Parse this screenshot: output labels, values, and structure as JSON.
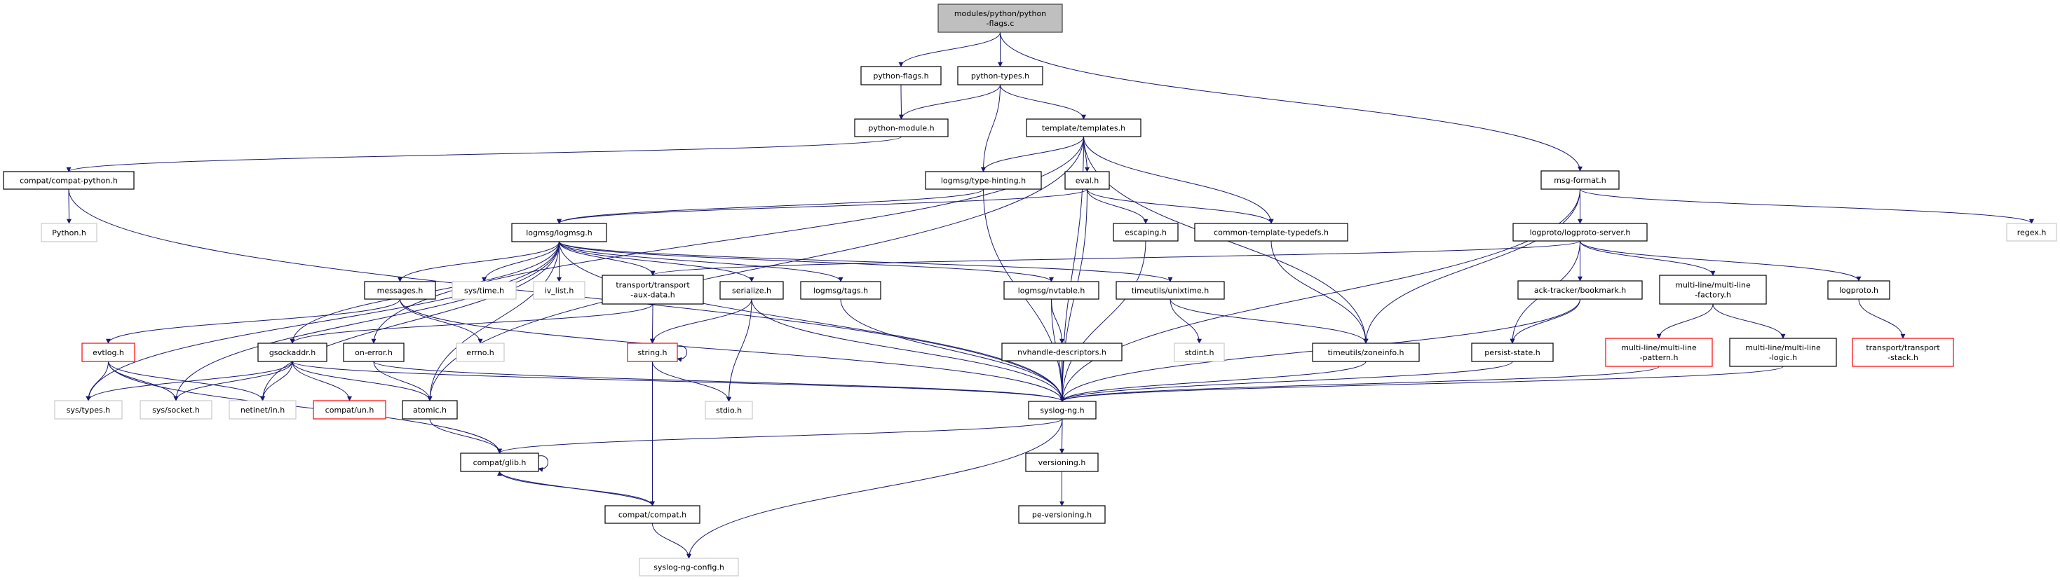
{
  "graph": {
    "edge_color": "#191970",
    "styles": {
      "root": {
        "fill": "#bfbfbf",
        "stroke": "#404040"
      },
      "normal": {
        "fill": "#ffffff",
        "stroke": "#000000"
      },
      "external": {
        "fill": "#ffffff",
        "stroke": "#bfbfbf"
      },
      "missing": {
        "fill": "#ffffff",
        "stroke": "#ff0000"
      }
    },
    "nodes": [
      {
        "id": "root",
        "lines": [
          "modules/python/python",
          "-flags.c"
        ],
        "style": "root"
      },
      {
        "id": "pyflags",
        "lines": [
          "python-flags.h"
        ],
        "style": "normal"
      },
      {
        "id": "pytypes",
        "lines": [
          "python-types.h"
        ],
        "style": "normal"
      },
      {
        "id": "pymodule",
        "lines": [
          "python-module.h"
        ],
        "style": "normal"
      },
      {
        "id": "templates",
        "lines": [
          "template/templates.h"
        ],
        "style": "normal"
      },
      {
        "id": "compatpython",
        "lines": [
          "compat/compat-python.h"
        ],
        "style": "normal"
      },
      {
        "id": "pythonh",
        "lines": [
          "Python.h"
        ],
        "style": "external"
      },
      {
        "id": "typehint",
        "lines": [
          "logmsg/type-hinting.h"
        ],
        "style": "normal"
      },
      {
        "id": "eval",
        "lines": [
          "eval.h"
        ],
        "style": "normal"
      },
      {
        "id": "escaping",
        "lines": [
          "escaping.h"
        ],
        "style": "normal"
      },
      {
        "id": "ctt",
        "lines": [
          "common-template-typedefs.h"
        ],
        "style": "normal"
      },
      {
        "id": "logmsg",
        "lines": [
          "logmsg/logmsg.h"
        ],
        "style": "normal"
      },
      {
        "id": "messages",
        "lines": [
          "messages.h"
        ],
        "style": "normal"
      },
      {
        "id": "systime",
        "lines": [
          "sys/time.h"
        ],
        "style": "external"
      },
      {
        "id": "ivlist",
        "lines": [
          "iv_list.h"
        ],
        "style": "external"
      },
      {
        "id": "auxdata",
        "lines": [
          "transport/transport",
          "-aux-data.h"
        ],
        "style": "normal"
      },
      {
        "id": "serialize",
        "lines": [
          "serialize.h"
        ],
        "style": "normal"
      },
      {
        "id": "tags",
        "lines": [
          "logmsg/tags.h"
        ],
        "style": "normal"
      },
      {
        "id": "nvtable",
        "lines": [
          "logmsg/nvtable.h"
        ],
        "style": "normal"
      },
      {
        "id": "unixtime",
        "lines": [
          "timeutils/unixtime.h"
        ],
        "style": "normal"
      },
      {
        "id": "evtlog",
        "lines": [
          "evtlog.h"
        ],
        "style": "missing"
      },
      {
        "id": "gsockaddr",
        "lines": [
          "gsockaddr.h"
        ],
        "style": "normal"
      },
      {
        "id": "onerror",
        "lines": [
          "on-error.h"
        ],
        "style": "normal"
      },
      {
        "id": "errno",
        "lines": [
          "errno.h"
        ],
        "style": "external"
      },
      {
        "id": "string",
        "lines": [
          "string.h"
        ],
        "style": "missing"
      },
      {
        "id": "nvhandle",
        "lines": [
          "nvhandle-descriptors.h"
        ],
        "style": "normal"
      },
      {
        "id": "stdint",
        "lines": [
          "stdint.h"
        ],
        "style": "external"
      },
      {
        "id": "zoneinfo",
        "lines": [
          "timeutils/zoneinfo.h"
        ],
        "style": "normal"
      },
      {
        "id": "systypes",
        "lines": [
          "sys/types.h"
        ],
        "style": "external"
      },
      {
        "id": "syssocket",
        "lines": [
          "sys/socket.h"
        ],
        "style": "external"
      },
      {
        "id": "netinet",
        "lines": [
          "netinet/in.h"
        ],
        "style": "external"
      },
      {
        "id": "compatun",
        "lines": [
          "compat/un.h"
        ],
        "style": "missing"
      },
      {
        "id": "atomic",
        "lines": [
          "atomic.h"
        ],
        "style": "normal"
      },
      {
        "id": "stdio",
        "lines": [
          "stdio.h"
        ],
        "style": "external"
      },
      {
        "id": "syslogng",
        "lines": [
          "syslog-ng.h"
        ],
        "style": "normal"
      },
      {
        "id": "glib",
        "lines": [
          "compat/glib.h"
        ],
        "style": "normal"
      },
      {
        "id": "versioning",
        "lines": [
          "versioning.h"
        ],
        "style": "normal"
      },
      {
        "id": "peversioning",
        "lines": [
          "pe-versioning.h"
        ],
        "style": "normal"
      },
      {
        "id": "compat",
        "lines": [
          "compat/compat.h"
        ],
        "style": "normal"
      },
      {
        "id": "config",
        "lines": [
          "syslog-ng-config.h"
        ],
        "style": "external"
      },
      {
        "id": "msgformat",
        "lines": [
          "msg-format.h"
        ],
        "style": "normal"
      },
      {
        "id": "lpserver",
        "lines": [
          "logproto/logproto-server.h"
        ],
        "style": "normal"
      },
      {
        "id": "regex",
        "lines": [
          "regex.h"
        ],
        "style": "external"
      },
      {
        "id": "bookmark",
        "lines": [
          "ack-tracker/bookmark.h"
        ],
        "style": "normal"
      },
      {
        "id": "mlfactory",
        "lines": [
          "multi-line/multi-line",
          "-factory.h"
        ],
        "style": "normal"
      },
      {
        "id": "logproto",
        "lines": [
          "logproto.h"
        ],
        "style": "normal"
      },
      {
        "id": "persist",
        "lines": [
          "persist-state.h"
        ],
        "style": "normal"
      },
      {
        "id": "mlpattern",
        "lines": [
          "multi-line/multi-line",
          "-pattern.h"
        ],
        "style": "missing"
      },
      {
        "id": "mllogic",
        "lines": [
          "multi-line/multi-line",
          "-logic.h"
        ],
        "style": "normal"
      },
      {
        "id": "tstack",
        "lines": [
          "transport/transport",
          "-stack.h"
        ],
        "style": "missing"
      }
    ],
    "edges": [
      [
        "root",
        "pyflags"
      ],
      [
        "root",
        "pytypes"
      ],
      [
        "root",
        "msgformat"
      ],
      [
        "pyflags",
        "pymodule"
      ],
      [
        "pytypes",
        "pymodule"
      ],
      [
        "pytypes",
        "templates"
      ],
      [
        "pytypes",
        "typehint"
      ],
      [
        "pymodule",
        "compatpython"
      ],
      [
        "compatpython",
        "pythonh"
      ],
      [
        "compatpython",
        "syslogng"
      ],
      [
        "templates",
        "typehint"
      ],
      [
        "templates",
        "eval"
      ],
      [
        "templates",
        "ctt"
      ],
      [
        "templates",
        "syslogng"
      ],
      [
        "templates",
        "zoneinfo"
      ],
      [
        "templates",
        "atomic"
      ],
      [
        "templates",
        "onerror"
      ],
      [
        "typehint",
        "logmsg"
      ],
      [
        "typehint",
        "syslogng"
      ],
      [
        "eval",
        "logmsg"
      ],
      [
        "eval",
        "escaping"
      ],
      [
        "eval",
        "ctt"
      ],
      [
        "eval",
        "syslogng"
      ],
      [
        "escaping",
        "syslogng"
      ],
      [
        "ctt",
        "zoneinfo"
      ],
      [
        "logmsg",
        "messages"
      ],
      [
        "logmsg",
        "systime"
      ],
      [
        "logmsg",
        "ivlist"
      ],
      [
        "logmsg",
        "auxdata"
      ],
      [
        "logmsg",
        "serialize"
      ],
      [
        "logmsg",
        "tags"
      ],
      [
        "logmsg",
        "nvtable"
      ],
      [
        "logmsg",
        "unixtime"
      ],
      [
        "logmsg",
        "syslogng"
      ],
      [
        "logmsg",
        "gsockaddr"
      ],
      [
        "logmsg",
        "systypes"
      ],
      [
        "logmsg",
        "syssocket"
      ],
      [
        "logmsg",
        "netinet"
      ],
      [
        "logmsg",
        "atomic"
      ],
      [
        "messages",
        "evtlog"
      ],
      [
        "messages",
        "errno"
      ],
      [
        "messages",
        "syslogng"
      ],
      [
        "auxdata",
        "string"
      ],
      [
        "auxdata",
        "gsockaddr"
      ],
      [
        "serialize",
        "string"
      ],
      [
        "serialize",
        "stdio"
      ],
      [
        "serialize",
        "syslogng"
      ],
      [
        "tags",
        "syslogng"
      ],
      [
        "nvtable",
        "nvhandle"
      ],
      [
        "nvtable",
        "syslogng"
      ],
      [
        "nvhandle",
        "syslogng"
      ],
      [
        "unixtime",
        "stdint"
      ],
      [
        "unixtime",
        "zoneinfo"
      ],
      [
        "zoneinfo",
        "syslogng"
      ],
      [
        "evtlog",
        "systypes"
      ],
      [
        "evtlog",
        "syssocket"
      ],
      [
        "evtlog",
        "netinet"
      ],
      [
        "evtlog",
        "glib"
      ],
      [
        "gsockaddr",
        "systypes"
      ],
      [
        "gsockaddr",
        "syssocket"
      ],
      [
        "gsockaddr",
        "netinet"
      ],
      [
        "gsockaddr",
        "compatun"
      ],
      [
        "gsockaddr",
        "atomic"
      ],
      [
        "gsockaddr",
        "syslogng"
      ],
      [
        "onerror",
        "atomic"
      ],
      [
        "onerror",
        "syslogng"
      ],
      [
        "string",
        "string"
      ],
      [
        "string",
        "stdio"
      ],
      [
        "string",
        "compat"
      ],
      [
        "atomic",
        "glib"
      ],
      [
        "syslogng",
        "glib"
      ],
      [
        "syslogng",
        "versioning"
      ],
      [
        "syslogng",
        "config"
      ],
      [
        "glib",
        "glib"
      ],
      [
        "glib",
        "compat"
      ],
      [
        "compat",
        "glib"
      ],
      [
        "compat",
        "config"
      ],
      [
        "versioning",
        "peversioning"
      ],
      [
        "msgformat",
        "lpserver"
      ],
      [
        "msgformat",
        "regex"
      ],
      [
        "msgformat",
        "zoneinfo"
      ],
      [
        "msgformat",
        "syslogng"
      ],
      [
        "lpserver",
        "auxdata"
      ],
      [
        "lpserver",
        "bookmark"
      ],
      [
        "lpserver",
        "mlfactory"
      ],
      [
        "lpserver",
        "logproto"
      ],
      [
        "lpserver",
        "persist"
      ],
      [
        "bookmark",
        "persist"
      ],
      [
        "bookmark",
        "syslogng"
      ],
      [
        "persist",
        "syslogng"
      ],
      [
        "mlfactory",
        "mlpattern"
      ],
      [
        "mlfactory",
        "mllogic"
      ],
      [
        "mlpattern",
        "syslogng"
      ],
      [
        "mllogic",
        "syslogng"
      ],
      [
        "logproto",
        "tstack"
      ]
    ]
  }
}
